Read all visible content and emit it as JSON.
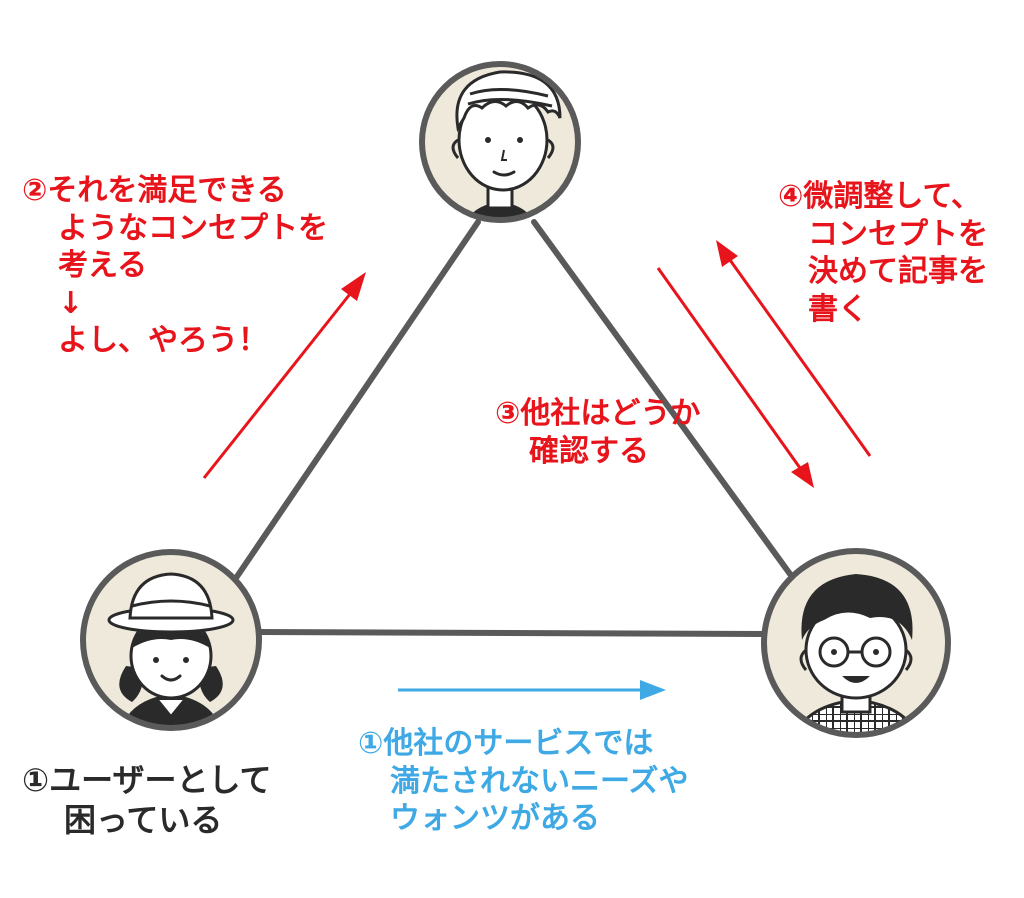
{
  "colors": {
    "red": "#e8141b",
    "blue": "#3ea9e4",
    "line": "#5a5a5a",
    "circle_fill": "#efe9dc",
    "outline": "#2a2a2a"
  },
  "people": [
    {
      "role": "top",
      "icon": "person-wavy-hair-icon"
    },
    {
      "role": "bottom-left",
      "icon": "girl-with-hat-icon"
    },
    {
      "role": "bottom-right",
      "icon": "boy-with-glasses-icon"
    }
  ],
  "step2": {
    "lines": [
      "②それを満足できる",
      "ようなコンセプトを",
      "考える",
      "↓",
      "よし、やろう！"
    ]
  },
  "step3": {
    "lines": [
      "③他社はどうか",
      "確認する"
    ]
  },
  "step4": {
    "lines": [
      "④微調整して、",
      "コンセプトを",
      "決めて記事を",
      "書く"
    ]
  },
  "step1_user": {
    "lines": [
      "①ユーザーとして",
      "困っている"
    ]
  },
  "step1_market": {
    "lines": [
      "①他社のサービスでは",
      "満たされないニーズや",
      "ウォンツがある"
    ]
  }
}
